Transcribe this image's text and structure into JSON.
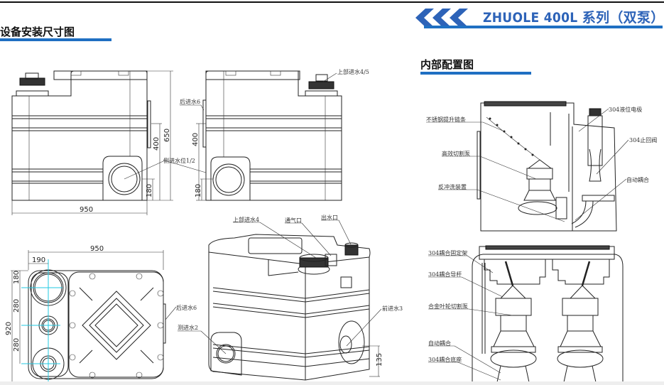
{
  "header": {
    "brand_title": "ZHUOLE  400L 系列（双泵）",
    "brand_color": "#2d63b8",
    "accent_bar_color": "#1f6fc2"
  },
  "sections": {
    "install_title": "设备安装尺寸图",
    "internal_title": "内部配置图"
  },
  "front_view": {
    "dim_width": "950",
    "dim_height": "650",
    "dim_400": "400",
    "dim_180": "180",
    "label_side_inlet": "侧进水位1/2"
  },
  "side_view": {
    "dim_400": "400",
    "dim_180": "180",
    "label_rear_inlet": "后进水6",
    "label_top_inlet": "上部进水4/5"
  },
  "top_view": {
    "dim_width": "950",
    "dim_190": "190",
    "dim_depth": "920",
    "dim_180": "180",
    "dim_280a": "280",
    "dim_280b": "280",
    "label_rear_inlet": "后进水6"
  },
  "iso_view": {
    "label_top_inlet": "上部进水4",
    "label_vent": "通气口",
    "label_outlet": "出水口",
    "label_side_inlet": "测进水2",
    "label_front_inlet": "前进水3",
    "dim_135": "135"
  },
  "internal_side": {
    "label_electrode": "304液位电极",
    "label_chain": "不锈钢提升链条",
    "label_check_valve": "304止回阀",
    "label_pump": "高效切割泵",
    "label_coupling": "自动耦合",
    "label_backflush": "反冲洗装置"
  },
  "internal_front": {
    "label_bracket": "304耦合固定架",
    "label_guide_rod": "304耦合导杆",
    "label_pump": "合金叶轮切割泵",
    "label_coupling": "自动耦合",
    "label_base": "304耦合底座"
  }
}
